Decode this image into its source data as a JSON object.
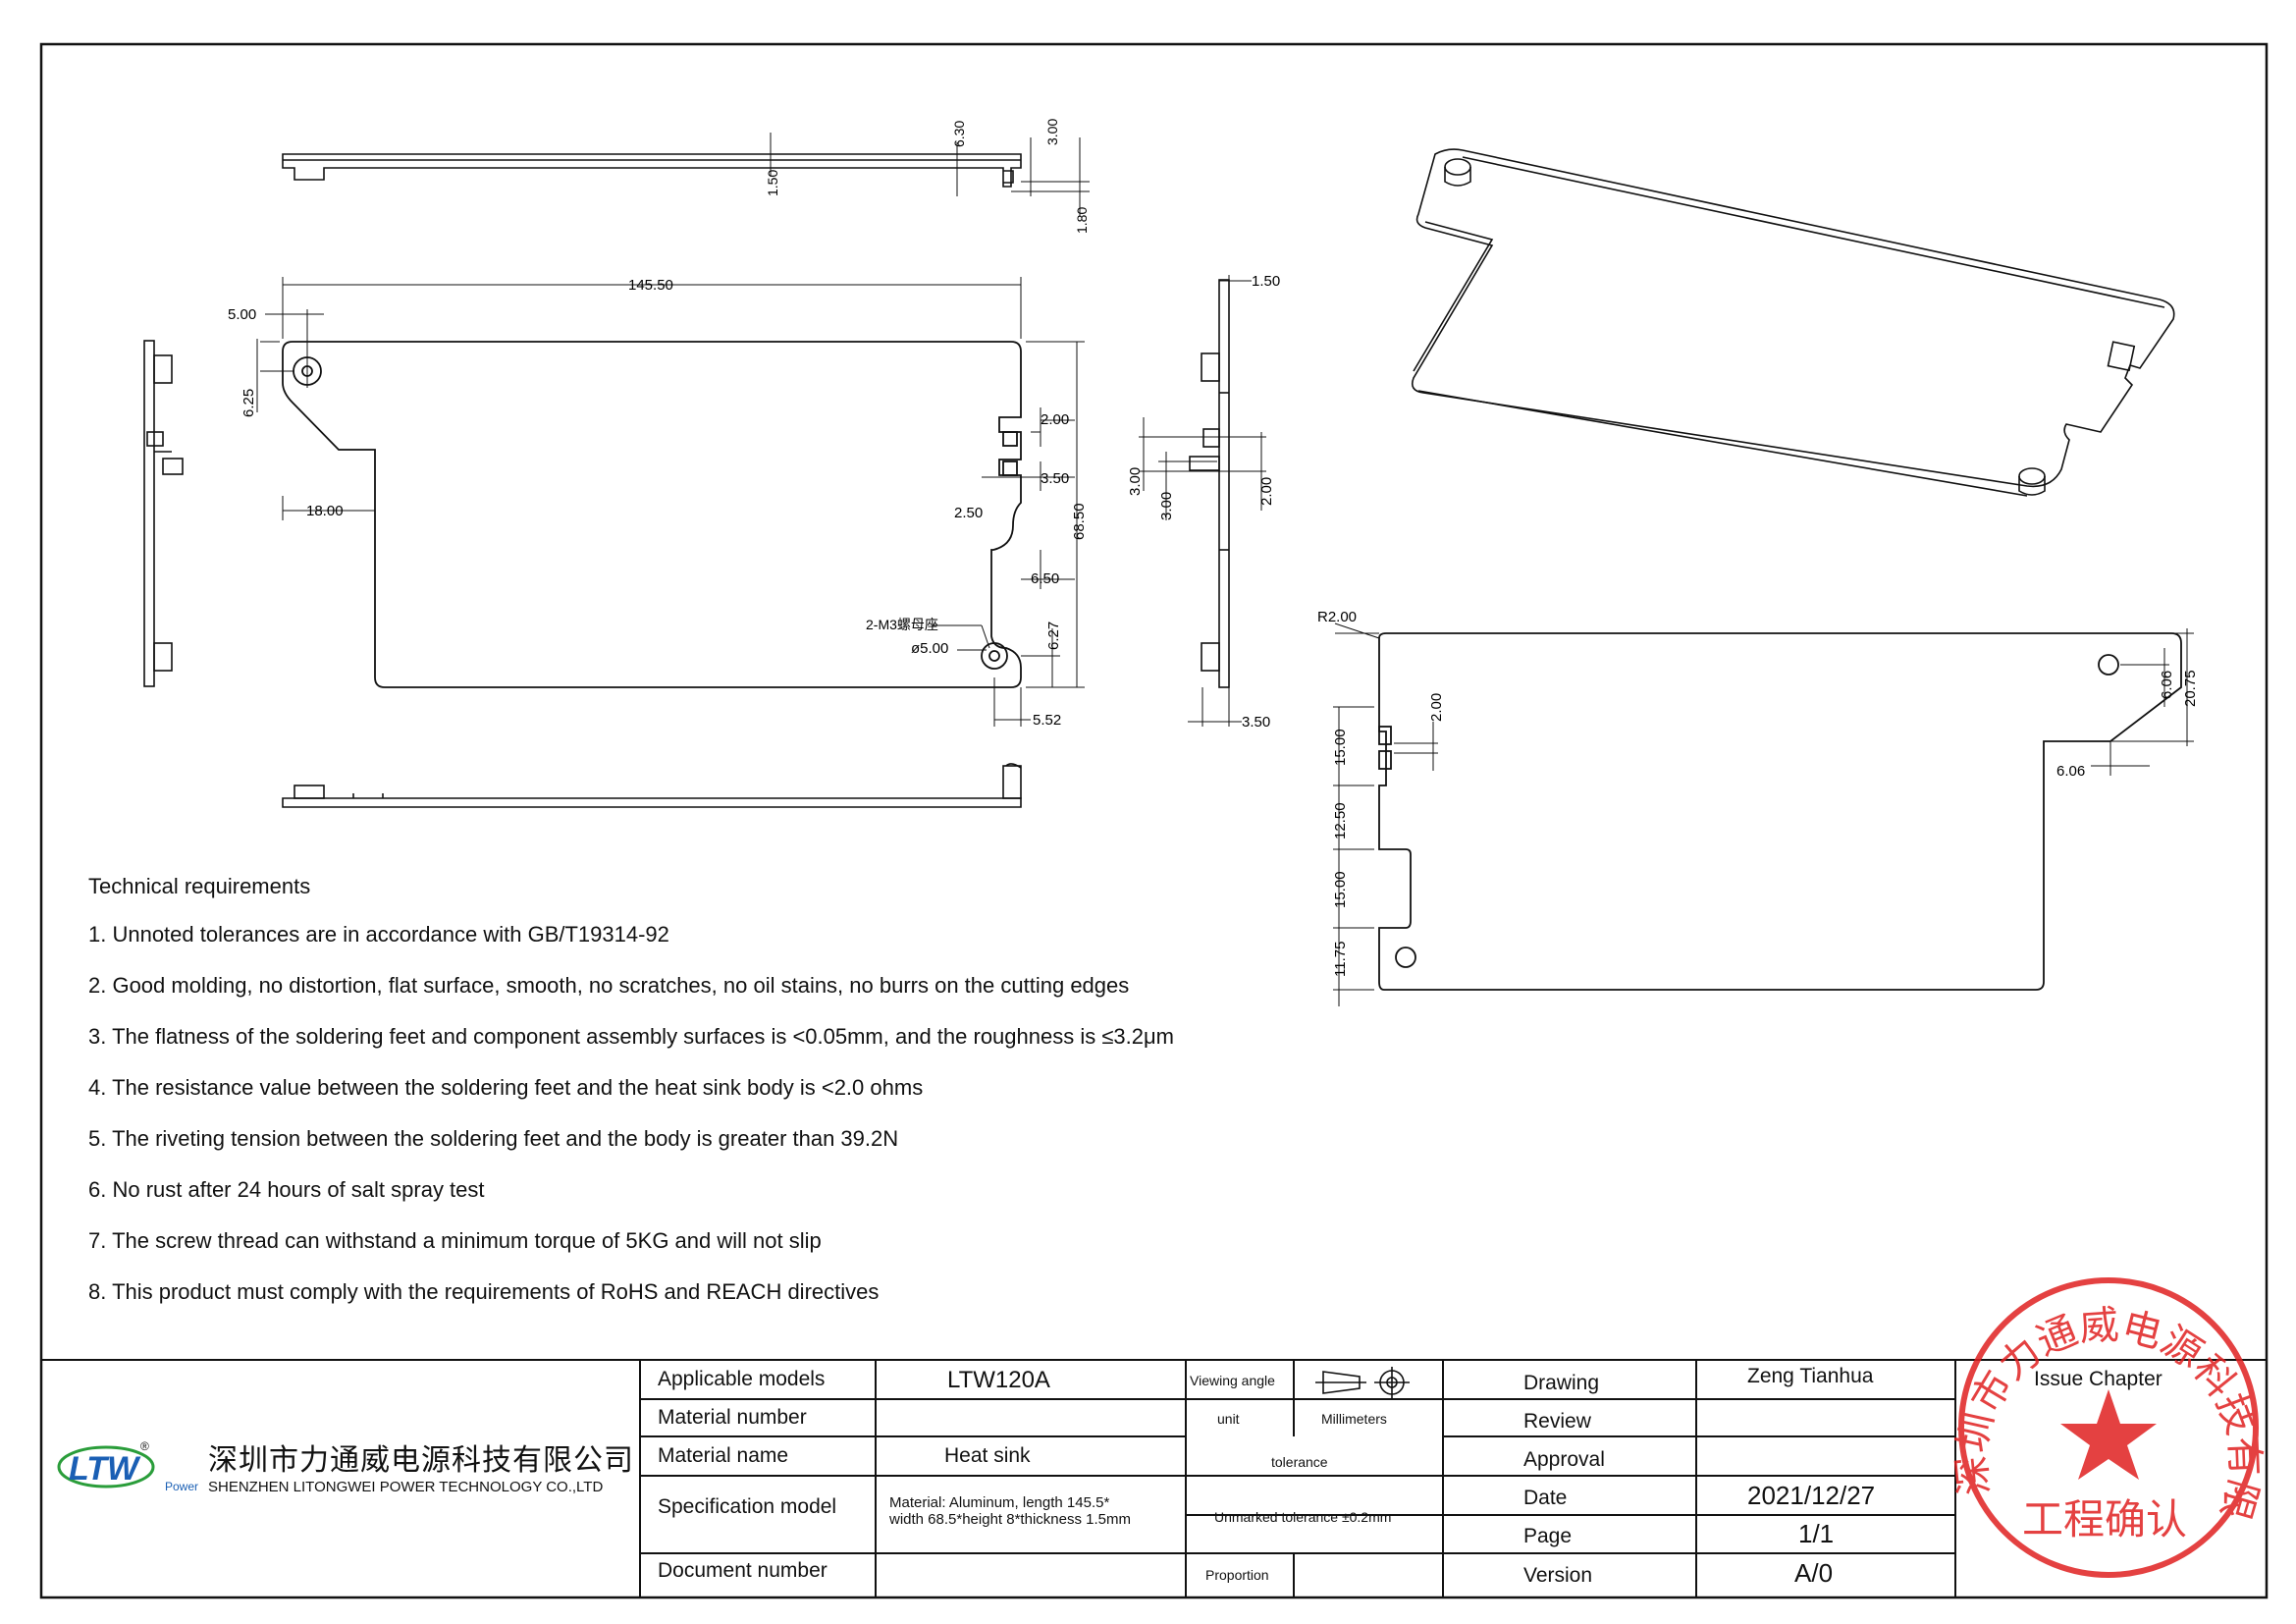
{
  "dimensions": {
    "top_view": [
      "1.50",
      "6.30",
      "3.00",
      "1.80"
    ],
    "front_view": [
      "145.50",
      "5.00",
      "6.25",
      "18.00",
      "2.00",
      "3.50",
      "2.50",
      "6.50",
      "68.50",
      "2-M3螺母座",
      "ø5.00",
      "6.27",
      "5.52"
    ],
    "side_view": [
      "1.50",
      "3.00",
      "3.00",
      "2.00",
      "3.50"
    ],
    "flat_view": [
      "R2.00",
      "2.00",
      "15.00",
      "12.50",
      "15.00",
      "11.75",
      "6.06",
      "20.75",
      "6.06"
    ]
  },
  "requirements": {
    "title": "Technical requirements",
    "items": [
      "1. Unnoted tolerances are in accordance with GB/T19314-92",
      "2. Good molding, no distortion, flat surface, smooth, no scratches, no oil stains, no burrs on the cutting edges",
      "3. The flatness of the soldering feet and component assembly surfaces is <0.05mm, and the roughness is ≤3.2μm",
      "4. The resistance value between the soldering feet and the heat sink body is <2.0 ohms",
      "5. The riveting tension between the soldering feet and the body is greater than 39.2N",
      "6. No rust after 24 hours of salt spray test",
      "7. The screw thread can withstand a minimum torque of 5KG and will not slip",
      "8. This product must comply with the requirements of RoHS and REACH directives"
    ]
  },
  "company": {
    "logo_text": "LTW",
    "logo_sub": "Power",
    "logo_reg": "®",
    "name_cn": "深圳市力通威电源科技有限公司",
    "name_en": "SHENZHEN LITONGWEI POWER TECHNOLOGY CO.,LTD"
  },
  "title_block": {
    "applicable_models_label": "Applicable models",
    "applicable_models_value": "LTW120A",
    "material_number_label": "Material number",
    "material_number_value": "",
    "material_name_label": "Material name",
    "material_name_value": "Heat sink",
    "spec_model_label": "Specification model",
    "spec_model_value_line1": "Material: Aluminum, length 145.5*",
    "spec_model_value_line2": "width 68.5*height 8*thickness 1.5mm",
    "document_number_label": "Document number",
    "document_number_value": "",
    "viewing_angle_label": "Viewing angle",
    "unit_label": "unit",
    "unit_value": "Millimeters",
    "tolerance_label": "tolerance",
    "tolerance_value": "Unmarked tolerance ±0.2mm",
    "proportion_label": "Proportion",
    "proportion_value": "",
    "drawing_label": "Drawing",
    "drawing_value": "Zeng Tianhua",
    "review_label": "Review",
    "review_value": "",
    "approval_label": "Approval",
    "approval_value": "",
    "date_label": "Date",
    "date_value": "2021/12/27",
    "page_label": "Page",
    "page_value": "1/1",
    "version_label": "Version",
    "version_value": "A/0",
    "issue_chapter_label": "Issue Chapter"
  },
  "stamp": {
    "company_arc": "深圳市力通威电源科技有限公司",
    "text": "工程确认",
    "color": "#e02020"
  },
  "colors": {
    "line": "#111111",
    "stamp": "#e02020"
  }
}
